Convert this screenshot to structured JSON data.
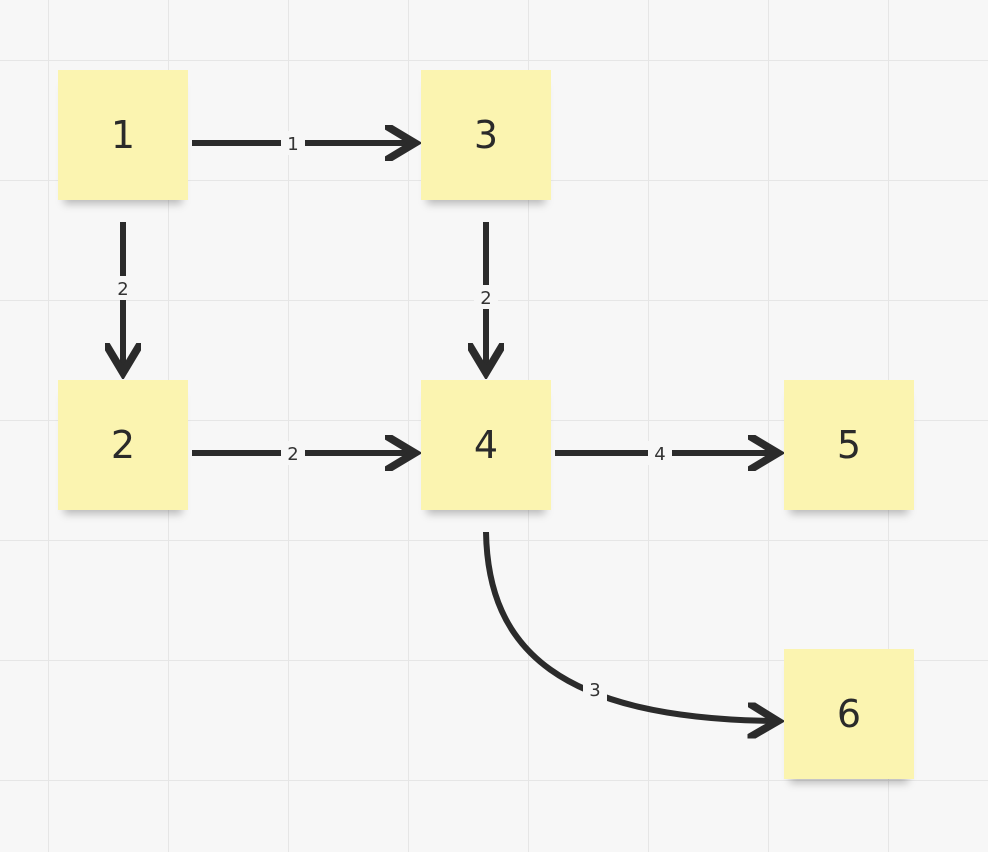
{
  "nodes": [
    {
      "id": "1",
      "label": "1"
    },
    {
      "id": "2",
      "label": "2"
    },
    {
      "id": "3",
      "label": "3"
    },
    {
      "id": "4",
      "label": "4"
    },
    {
      "id": "5",
      "label": "5"
    },
    {
      "id": "6",
      "label": "6"
    }
  ],
  "edges": [
    {
      "from": "1",
      "to": "3",
      "weight": "1"
    },
    {
      "from": "1",
      "to": "2",
      "weight": "2"
    },
    {
      "from": "3",
      "to": "4",
      "weight": "2"
    },
    {
      "from": "2",
      "to": "4",
      "weight": "2"
    },
    {
      "from": "4",
      "to": "5",
      "weight": "4"
    },
    {
      "from": "4",
      "to": "6",
      "weight": "3"
    }
  ],
  "colors": {
    "sticky": "#fbf4b0",
    "edge": "#2b2b2b",
    "grid": "#e6e6e6",
    "background": "#f7f7f7"
  }
}
